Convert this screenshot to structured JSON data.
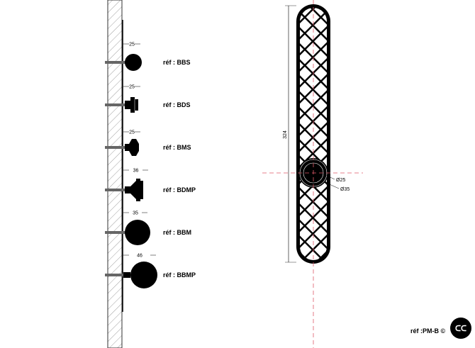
{
  "knobs": [
    {
      "ref": "réf : BBS",
      "dim": "25"
    },
    {
      "ref": "réf : BDS",
      "dim": "25"
    },
    {
      "ref": "réf : BMS",
      "dim": "25"
    },
    {
      "ref": "réf : BDMP",
      "dim": "36"
    },
    {
      "ref": "réf : BBM",
      "dim": "35"
    },
    {
      "ref": "réf : BBMP",
      "dim": "46"
    }
  ],
  "plate": {
    "height": "324",
    "inner_diameter": "Ø25",
    "outer_diameter": "Ø35"
  },
  "footer": {
    "ref": "réf :PM-B ©",
    "logo_text": "CC"
  },
  "colors": {
    "ink": "#000000",
    "axis": "#e05a6a"
  }
}
